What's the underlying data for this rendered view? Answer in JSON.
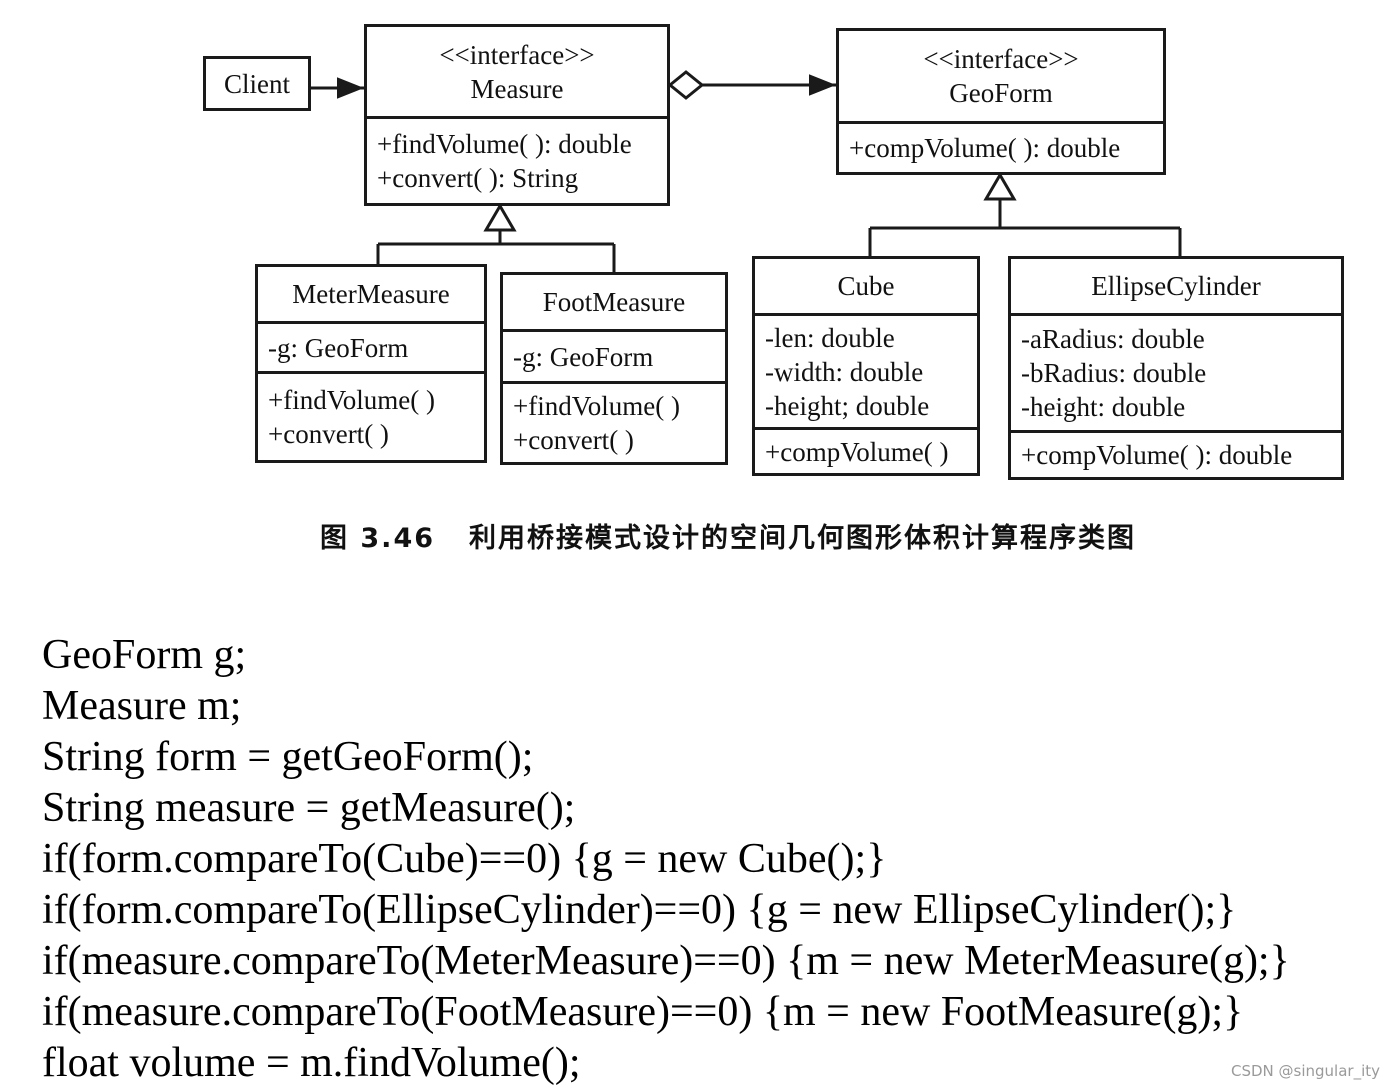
{
  "diagram": {
    "classes": {
      "client": {
        "name": "Client"
      },
      "measure": {
        "stereotype": "<<interface>>",
        "name": "Measure",
        "methods": [
          "+findVolume( ): double",
          "+convert( ): String"
        ]
      },
      "geoform": {
        "stereotype": "<<interface>>",
        "name": "GeoForm",
        "methods": [
          "+compVolume( ): double"
        ]
      },
      "meter_measure": {
        "name": "MeterMeasure",
        "attributes": [
          "-g: GeoForm"
        ],
        "methods": [
          "+findVolume( )",
          "+convert( )"
        ]
      },
      "foot_measure": {
        "name": "FootMeasure",
        "attributes": [
          "-g: GeoForm"
        ],
        "methods": [
          "+findVolume( )",
          "+convert( )"
        ]
      },
      "cube": {
        "name": "Cube",
        "attributes": [
          "-len: double",
          "-width: double",
          "-height; double"
        ],
        "methods": [
          "+compVolume( )"
        ]
      },
      "ellipse_cylinder": {
        "name": "EllipseCylinder",
        "attributes": [
          "-aRadius: double",
          "-bRadius: double",
          "-height: double"
        ],
        "methods": [
          "+compVolume( ): double"
        ]
      }
    },
    "caption": {
      "number": "图 3.46",
      "text": "利用桥接模式设计的空间几何图形体积计算程序类图"
    }
  },
  "code": [
    "GeoForm g;",
    "Measure m;",
    "String form = getGeoForm();",
    "String measure = getMeasure();",
    "if(form.compareTo(Cube)==0) {g = new Cube();}",
    "if(form.compareTo(EllipseCylinder)==0) {g = new EllipseCylinder();}",
    "if(measure.compareTo(MeterMeasure)==0) {m = new MeterMeasure(g);}",
    "if(measure.compareTo(FootMeasure)==0) {m = new FootMeasure(g);}",
    "float volume = m.findVolume();"
  ],
  "watermark": "CSDN @singular_ity"
}
